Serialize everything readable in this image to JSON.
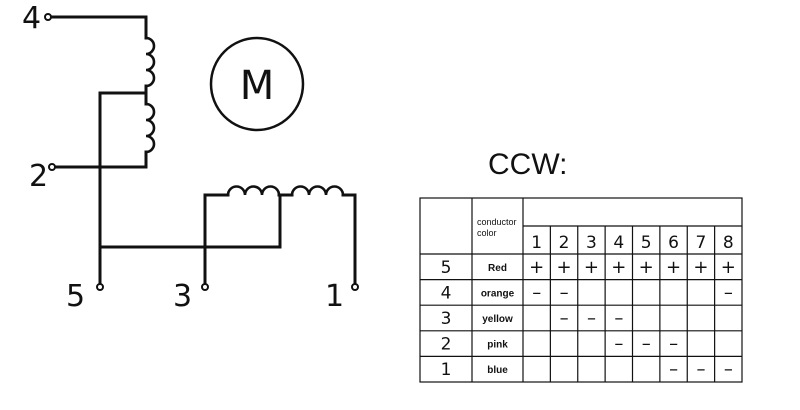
{
  "diagram": {
    "terminals": {
      "t4": "4",
      "t2": "2",
      "t5": "5",
      "t3": "3",
      "t1": "1"
    },
    "motor_label": "M"
  },
  "table": {
    "title": "CCW:",
    "header_line1": "conductor",
    "header_line2": "color",
    "columns": [
      "1",
      "2",
      "3",
      "4",
      "5",
      "6",
      "7",
      "8"
    ],
    "rows": [
      {
        "num": "5",
        "color": "Red",
        "cells": [
          "+",
          "+",
          "+",
          "+",
          "+",
          "+",
          "+",
          "+"
        ]
      },
      {
        "num": "4",
        "color": "orange",
        "cells": [
          "–",
          "–",
          "",
          "",
          "",
          "",
          "",
          "–"
        ]
      },
      {
        "num": "3",
        "color": "yellow",
        "cells": [
          "",
          "–",
          "–",
          "–",
          "",
          "",
          "",
          ""
        ]
      },
      {
        "num": "2",
        "color": "pink",
        "cells": [
          "",
          "",
          "",
          "–",
          "–",
          "–",
          "",
          ""
        ]
      },
      {
        "num": "1",
        "color": "blue",
        "cells": [
          "",
          "",
          "",
          "",
          "",
          "–",
          "–",
          "–"
        ]
      }
    ]
  }
}
